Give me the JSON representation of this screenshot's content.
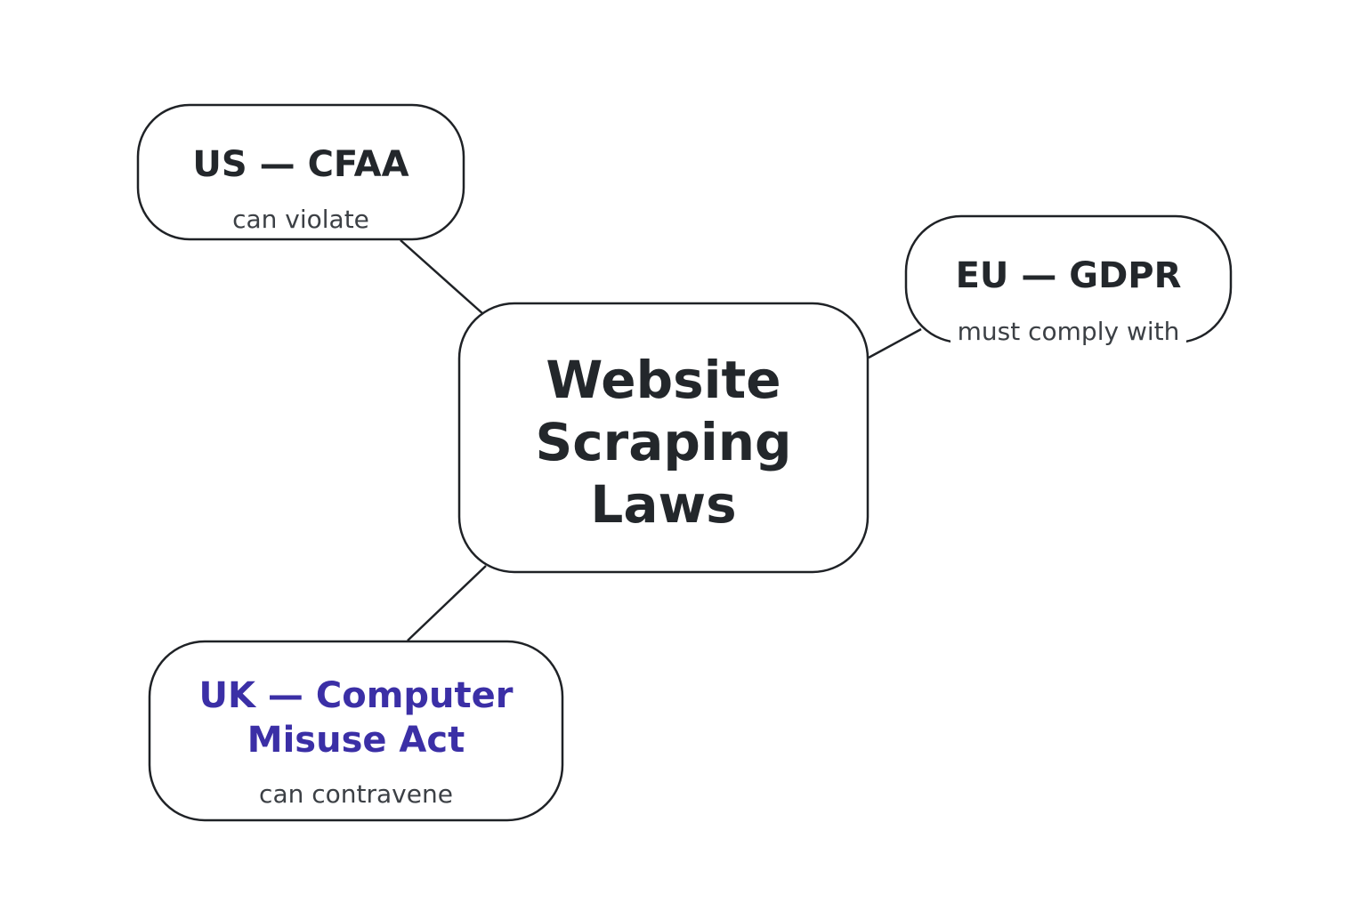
{
  "center": {
    "title_lines": [
      "Website",
      "Scraping",
      "Laws"
    ]
  },
  "nodes": {
    "us": {
      "title": "US — CFAA",
      "relation": "can violate"
    },
    "eu": {
      "title": "EU — GDPR",
      "relation": "must comply with"
    },
    "uk": {
      "title_lines": [
        "UK — Computer",
        "Misuse Act"
      ],
      "relation": "can contravene"
    }
  },
  "colors": {
    "stroke": "#1f2226",
    "text": "#23272b",
    "subtext": "#3c4045",
    "uk_accent": "#3b2fa6",
    "background": "#ffffff"
  }
}
